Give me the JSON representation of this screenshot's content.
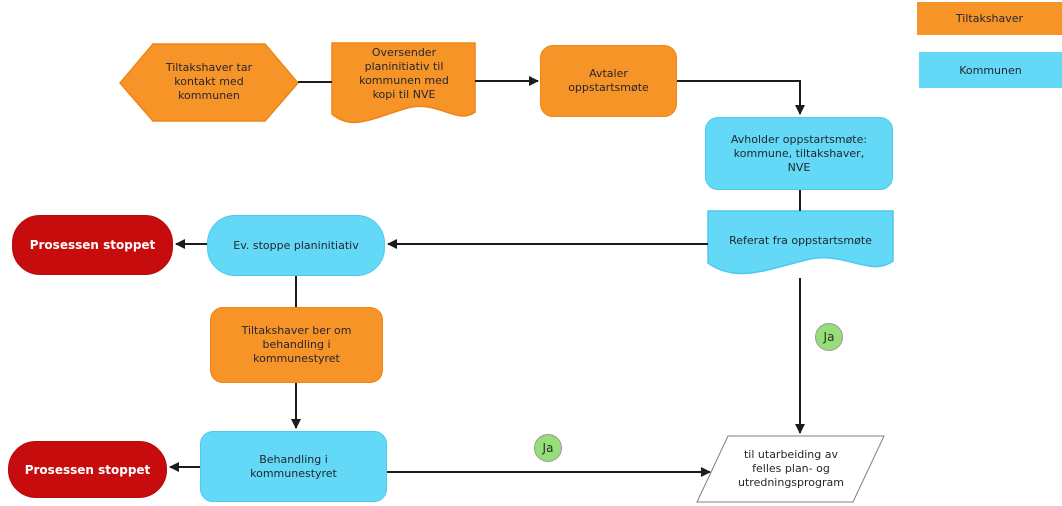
{
  "legend": {
    "items": [
      {
        "label": "Tiltakshaver",
        "color": "#F79428"
      },
      {
        "label": "Kommunen",
        "color": "#63D9F7"
      }
    ]
  },
  "nodes": {
    "start_hexagon": {
      "label": "Tiltakshaver tar\nkontakt med\nkommunen"
    },
    "oversender_document": {
      "label": "Oversender\nplaninitiativ til\nkommunen med\nkopi til NVE"
    },
    "avtaler": {
      "label": "Avtaler\noppstartsmøte"
    },
    "avholder": {
      "label": "Avholder oppstartsmøte:\nkommune, tiltakshaver,\nNVE"
    },
    "referat_document": {
      "label": "Referat fra oppstartsmøte"
    },
    "ev_stoppe": {
      "label": "Ev. stoppe planinitiativ"
    },
    "prosessen_stoppet_top": {
      "label": "Prosessen stoppet"
    },
    "tiltakshaver_ber": {
      "label": "Tiltakshaver ber om\nbehandling i\nkommunestyret"
    },
    "prosessen_stoppet_bottom": {
      "label": "Prosessen stoppet"
    },
    "behandling": {
      "label": "Behandling i\nkommunestyret"
    },
    "utarbeiding": {
      "label": "til utarbeiding av\nfelles plan- og\nutredningsprogram"
    }
  },
  "connector_labels": {
    "ja_referat": "Ja",
    "ja_behandling": "Ja"
  },
  "colors": {
    "tiltakshaver_orange": "#F79428",
    "kommunen_blue": "#63D9F7",
    "stop_red": "#C60C0C",
    "ja_green": "#96DE78",
    "connector": "#1C1C1C",
    "parallelogram_border": "#808080"
  }
}
